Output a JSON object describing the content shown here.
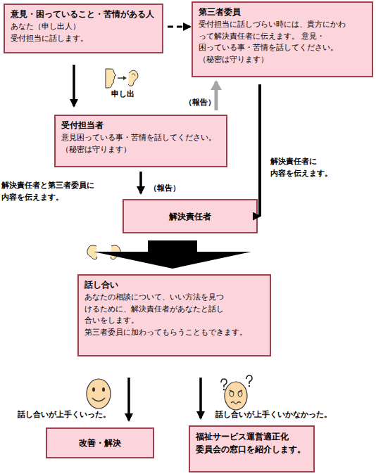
{
  "diagram": {
    "nodes": [
      {
        "text": [
          "意見・困っていること・苦情がある人",
          "あなた（申し出人） 受付担当に話します。"
        ]
      },
      {
        "text": [
          "第三者委員",
          "受付担当に話しづらい時には、貴方にかわ って解決責任者に伝えます。 意見・困っている事・苦情を話してください。 （秘密は守ります）"
        ]
      },
      {
        "text": [
          "受付担当者",
          "意見困っている事・苦情を話してください。 （秘密は守ります）"
        ]
      },
      {
        "text": [
          "解決責任者"
        ]
      },
      {
        "text": [
          "話し合い",
          "あなたの相談について、いい方法を見つ けるために、解決責任者があなたと話し 合いをします。 第三者委員に加わってもらうこともできます。"
        ]
      },
      {
        "text": [
          "改善・解決"
        ]
      },
      {
        "text": [
          "福祉サービス運営適正化 委員会の窓口を紹介します。"
        ]
      }
    ],
    "edges": [
      {
        "from": 0,
        "to": 2,
        "arrow": "to",
        "label": "申し出"
      },
      {
        "from": 0,
        "to": 1,
        "arrow": "to"
      },
      {
        "from": 2,
        "to": 1,
        "arrow": "to",
        "label": "（報告）"
      },
      {
        "from": 2,
        "to": 3,
        "arrow": "to",
        "label": "（報告）"
      },
      {
        "from": 1,
        "to": 3,
        "arrow": "to",
        "label": "解決責任者に 内容を伝えます。"
      },
      {
        "from": 3,
        "to": 4,
        "arrow": "to"
      },
      {
        "from": 4,
        "to": 5,
        "arrow": "to",
        "label": "話し合いが上手くいった。"
      },
      {
        "from": 4,
        "to": 6,
        "arrow": "to",
        "label": "話し合いが上手くいかなかった。"
      }
    ],
    "labels": [
      "解決責任者と第三者委員に 内容を伝えます。"
    ]
  }
}
